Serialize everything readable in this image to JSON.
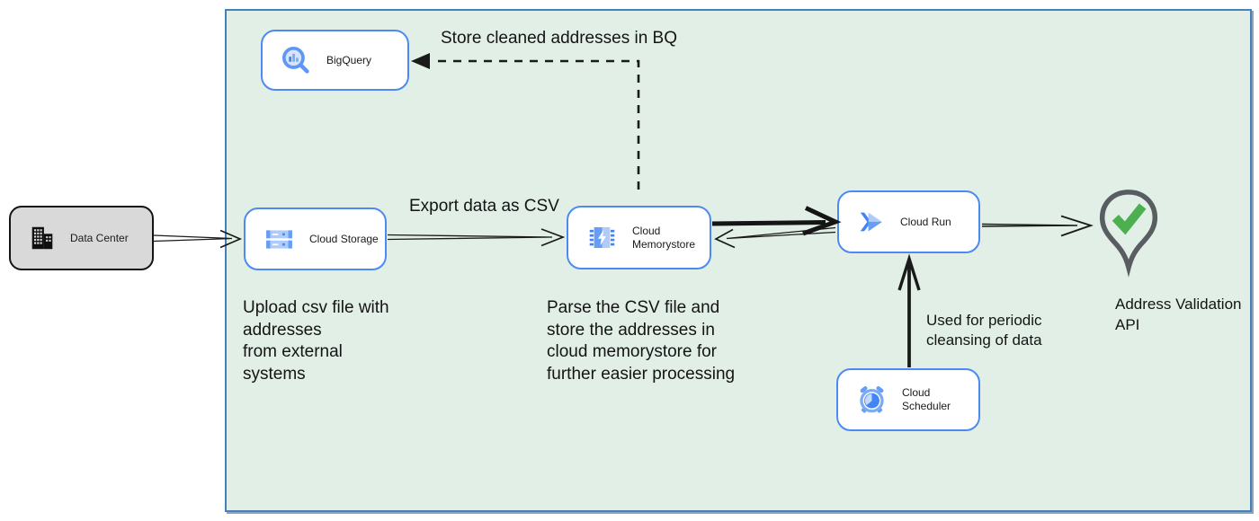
{
  "nodes": {
    "data_center": {
      "label": "Data Center"
    },
    "bigquery": {
      "label": "BigQuery"
    },
    "cloud_storage": {
      "label": "Cloud Storage"
    },
    "cloud_memorystore": {
      "label": "Cloud\nMemorystore"
    },
    "cloud_run": {
      "label": "Cloud Run"
    },
    "cloud_scheduler": {
      "label": "Cloud Scheduler"
    },
    "address_validation_api": {
      "label": "Address Validation\nAPI"
    }
  },
  "edge_labels": {
    "store_bq": "Store cleaned addresses in BQ",
    "export_csv": "Export data as CSV",
    "periodic_cleansing": "Used for periodic\ncleansing of data"
  },
  "annotations": {
    "upload_csv": "Upload csv file with\naddresses\nfrom external\nsystems",
    "parse_csv": "Parse the CSV file and\nstore the addresses in\ncloud  memorystore for\nfurther easier processing"
  },
  "colors": {
    "container_fill": "#e1efe6",
    "container_border": "#4a80b8",
    "node_border": "#4d8af0",
    "node_fill": "#ffffff",
    "datacenter_fill": "#d9d9d9",
    "datacenter_border": "#141414",
    "arrow": "#1a1a1a",
    "check_green": "#4caf50",
    "pin_gray": "#595d62",
    "icon_blue_dark": "#4285f4",
    "icon_blue_mid": "#669df6",
    "icon_blue_light": "#aecbfa"
  }
}
